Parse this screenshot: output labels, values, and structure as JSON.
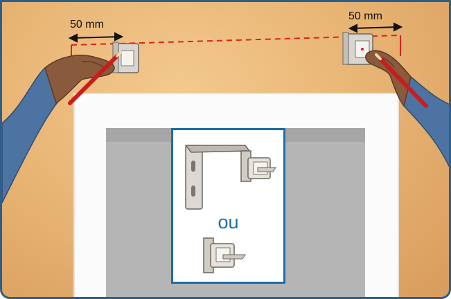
{
  "measurements": {
    "left_label": "50 mm",
    "right_label": "50 mm"
  },
  "inset": {
    "separator_word": "ou"
  },
  "colors": {
    "wall": "#e9b676",
    "frame_border": "#2c5f8a",
    "inset_border": "#1a6ea8",
    "guide_line": "#e02020",
    "window_frame": "#ffffff",
    "window_glass": "#b8b8b8"
  },
  "icons": [
    "left-hand-icon",
    "right-hand-icon",
    "pencil-icon",
    "bracket-icon"
  ]
}
